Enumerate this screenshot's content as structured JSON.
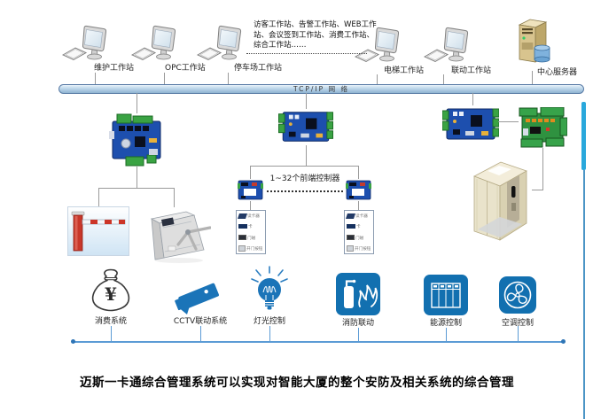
{
  "workstations": [
    {
      "label": "维护工作站"
    },
    {
      "label": "OPC工作站"
    },
    {
      "label": "停车场工作站"
    },
    {
      "label": "电梯工作站"
    },
    {
      "label": "联动工作站"
    }
  ],
  "server": {
    "label": "中心服务器"
  },
  "note": {
    "text": "访客工作站、告警工作站、WEB工作站、会议签到工作站、消费工作站、综合工作站……"
  },
  "network": {
    "bus_label": "TCP/IP 网 络"
  },
  "front_controllers": {
    "label": "1~32个前端控制器"
  },
  "door_devices": {
    "rows": [
      {
        "label": "读卡器"
      },
      {
        "label": "卡"
      },
      {
        "label": "门磁"
      },
      {
        "label": "开门按钮"
      }
    ]
  },
  "subsystems": [
    {
      "label": "消费系统",
      "icon": "money-bag-icon"
    },
    {
      "label": "CCTV联动系统",
      "icon": "cctv-camera-icon"
    },
    {
      "label": "灯光控制",
      "icon": "light-bulb-icon"
    },
    {
      "label": "消防联动",
      "icon": "fire-extinguisher-icon"
    },
    {
      "label": "能源控制",
      "icon": "energy-cabinet-icon"
    },
    {
      "label": "空调控制",
      "icon": "fan-icon"
    }
  ],
  "caption": {
    "text": "迈斯一卡通综合管理系统可以实现对智能大厦的整个安防及相关系统的综合管理"
  },
  "colors": {
    "icon_blue": "#1b74b8",
    "tile_blue": "#1270b0",
    "bus_border": "#5a7ca6",
    "bus_fill": "#bcd6ea",
    "line_gray": "#9a9a9a",
    "line_blue": "#5b9bd5",
    "scrollbar_blue": "#29a8dc",
    "pcb_blue": "#1d4fae",
    "pcb_green": "#2f9240",
    "barrier_red": "#c8372a"
  }
}
